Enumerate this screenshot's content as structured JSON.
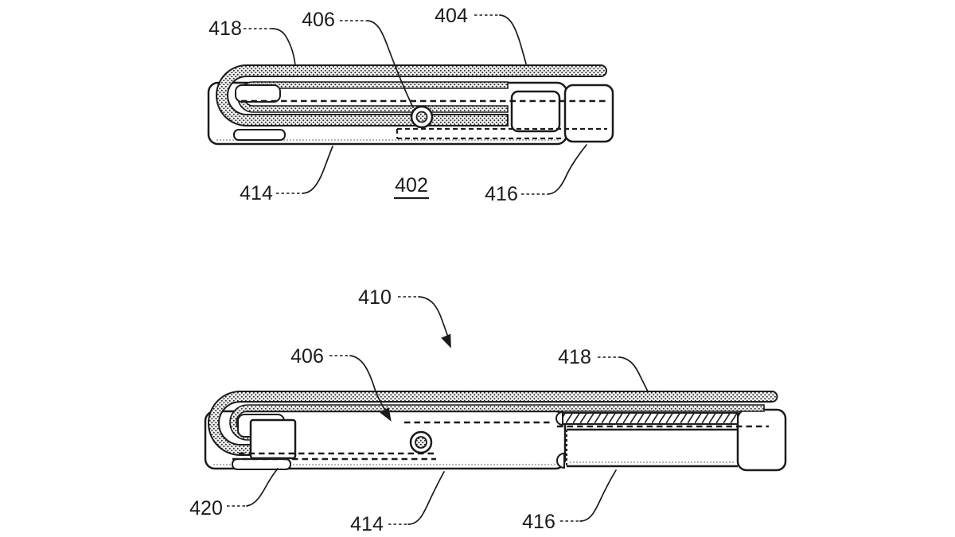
{
  "document": {
    "type": "patent-figure-sheet",
    "background": "#ffffff",
    "line_color": "#1b1b1b"
  },
  "figures": [
    {
      "figure_number": "402",
      "labels": {
        "l418": "418",
        "l406": "406",
        "l404": "404",
        "l414": "414",
        "l402": "402",
        "l416": "416"
      }
    },
    {
      "figure_number": "410",
      "labels": {
        "l410": "410",
        "l406": "406",
        "l418": "418",
        "l420": "420",
        "l414": "414",
        "l416": "416"
      }
    }
  ]
}
